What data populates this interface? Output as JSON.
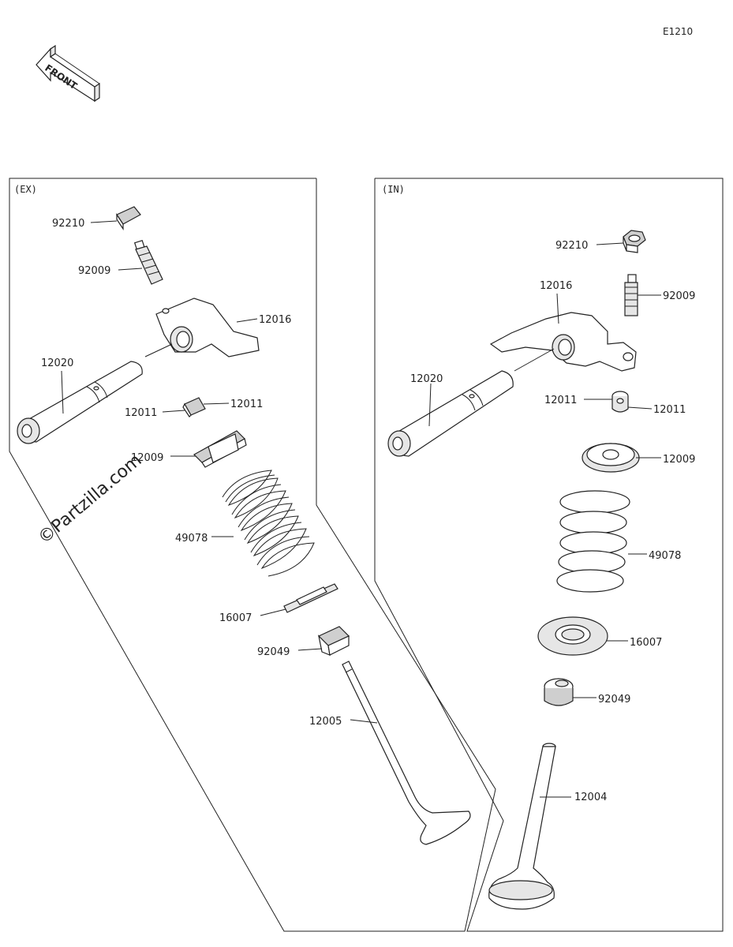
{
  "diagram_code": "E1210",
  "front_arrow_label": "FRONT",
  "watermark": "©Partzilla.com",
  "sections": {
    "exhaust": {
      "title": "(EX)",
      "callouts": {
        "adjusting_nut": "92210",
        "adjusting_screw": "92009",
        "rocker_arm": "12016",
        "rocker_shaft": "12020",
        "cotter_left": "12011",
        "cotter_right": "12011",
        "retainer": "12009",
        "spring": "49078",
        "spring_seat": "16007",
        "stem_seal": "92049",
        "valve": "12005"
      }
    },
    "intake": {
      "title": "(IN)",
      "callouts": {
        "adjusting_nut": "92210",
        "rocker_arm": "12016",
        "adjusting_screw": "92009",
        "rocker_shaft": "12020",
        "cotter_left": "12011",
        "cotter_right": "12011",
        "retainer": "12009",
        "spring": "49078",
        "spring_seat": "16007",
        "stem_seal": "92049",
        "valve": "12004"
      }
    }
  }
}
